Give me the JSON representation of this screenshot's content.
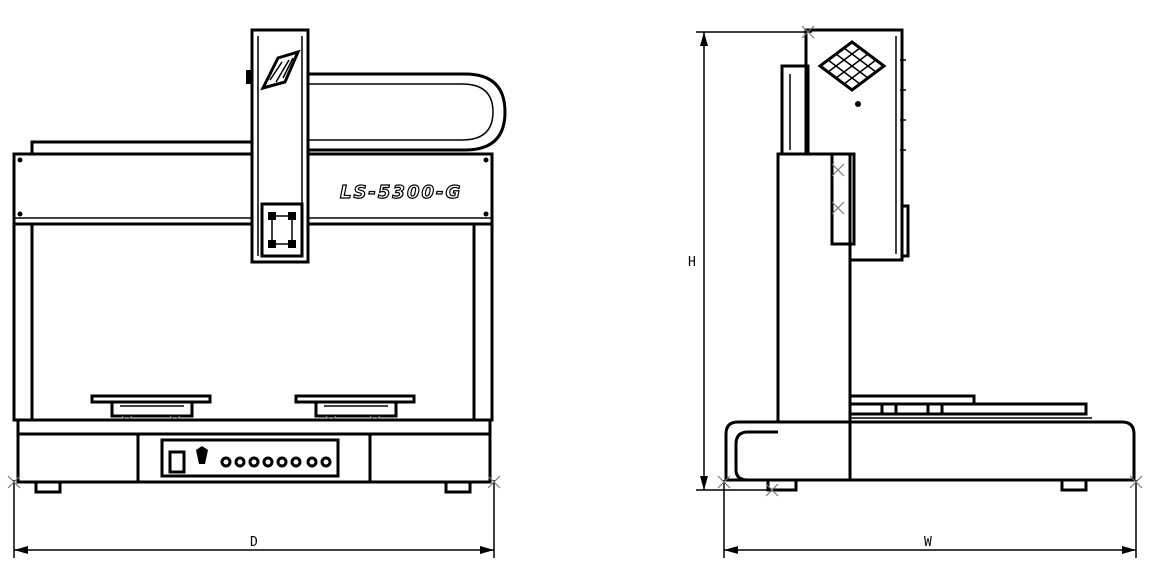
{
  "front_view": {
    "model_label": "LS-5300-G",
    "dimension_label": "D"
  },
  "side_view": {
    "height_label": "H",
    "width_label": "W"
  }
}
